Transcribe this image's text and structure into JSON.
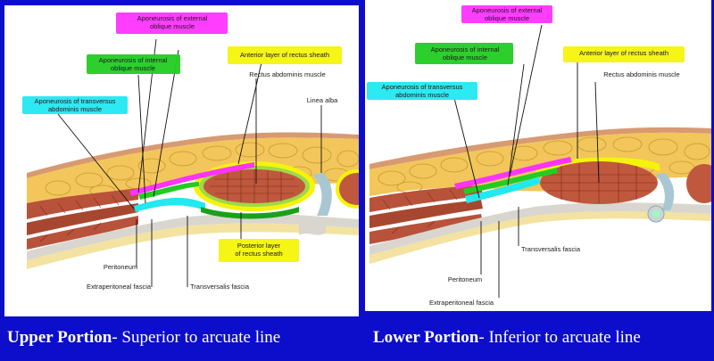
{
  "colors": {
    "background": "#0d0dcc",
    "external_oblique": "#ff33ff",
    "internal_oblique": "#22cc22",
    "transversus": "#22e8f0",
    "rectus_sheath": "#f4f40a",
    "muscle": "#b8523a",
    "fat": "#f2c65a",
    "skin": "#d89a70"
  },
  "upper": {
    "labels": {
      "ext_oblique": "Aponeurosis of external\noblique muscle",
      "int_oblique": "Aponeurosis of internal\noblique muscle",
      "transversus": "Aponeurosis of transversus\nabdominis muscle",
      "anterior_sheath": "Anterior layer of rectus sheath",
      "rectus": "Rectus abdominis muscle",
      "linea_alba": "Linea alba",
      "posterior_sheath": "Posterior layer\nof rectus sheath",
      "peritoneum": "Peritoneum",
      "extraperitoneal": "Extraperitoneal fascia",
      "transversalis": "Transversalis fascia"
    },
    "caption_bold": "Upper Portion",
    "caption_rest": "- Superior to arcuate line"
  },
  "lower": {
    "labels": {
      "ext_oblique": "Aponeurosis of external\noblique muscle",
      "int_oblique": "Aponeurosis of internal\noblique muscle",
      "transversus": "Aponeurosis of transversus\nabdominis muscle",
      "anterior_sheath": "Anterior layer of rectus sheath",
      "rectus": "Rectus abdominis muscle",
      "transversalis": "Transversalis fascia",
      "peritoneum": "Peritoneum",
      "extraperitoneal": "Extraperitoneal fascia"
    },
    "caption_bold": "Lower Portion",
    "caption_rest": "- Inferior to arcuate line"
  }
}
